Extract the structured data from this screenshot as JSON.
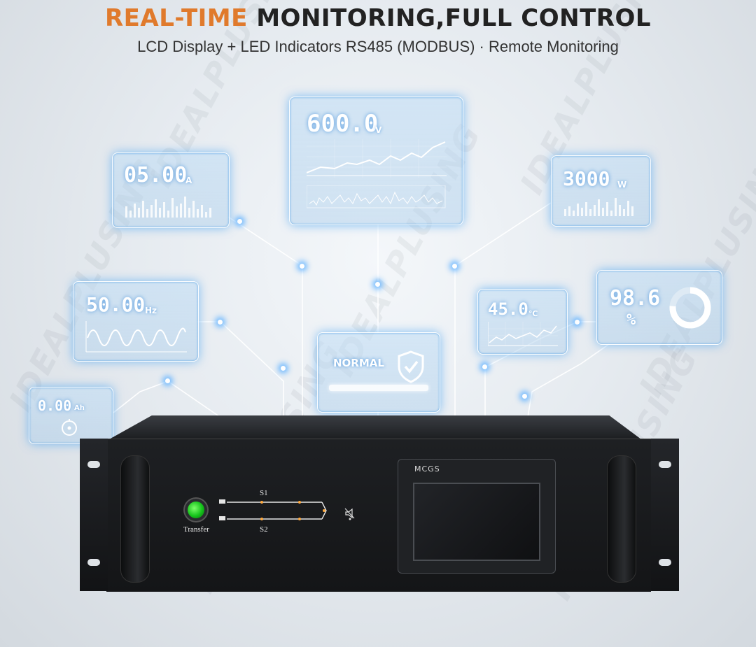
{
  "header": {
    "title_accent": "REAL-TIME",
    "title_rest": "MONITORING,FULL CONTROL",
    "subtitle": "LCD Display + LED Indicators RS485 (MODBUS) · Remote Monitoring",
    "accent_color": "#e07a2c"
  },
  "watermark": {
    "text": "IDEALPLUSING"
  },
  "readouts": {
    "current": {
      "value": "05.00",
      "unit": "A"
    },
    "voltage": {
      "value": "600.0",
      "unit": "V"
    },
    "power": {
      "value": "3000",
      "unit": "W"
    },
    "frequency": {
      "value": "50.00",
      "unit": "Hz"
    },
    "temperature": {
      "value": "45.0",
      "unit": "℃"
    },
    "efficiency": {
      "value": "98.6",
      "unit": "%"
    },
    "capacity": {
      "value": "0.00",
      "unit": "Ah"
    },
    "status": {
      "label": "NORMAL",
      "icon": "shield-check-icon"
    }
  },
  "device": {
    "transfer_label": "Transfer",
    "s1_label": "S1",
    "s2_label": "S2",
    "lcd_brand": "MCGS",
    "transfer_button_color": "#14c21a",
    "mute_icon": "speaker-mute-icon"
  }
}
